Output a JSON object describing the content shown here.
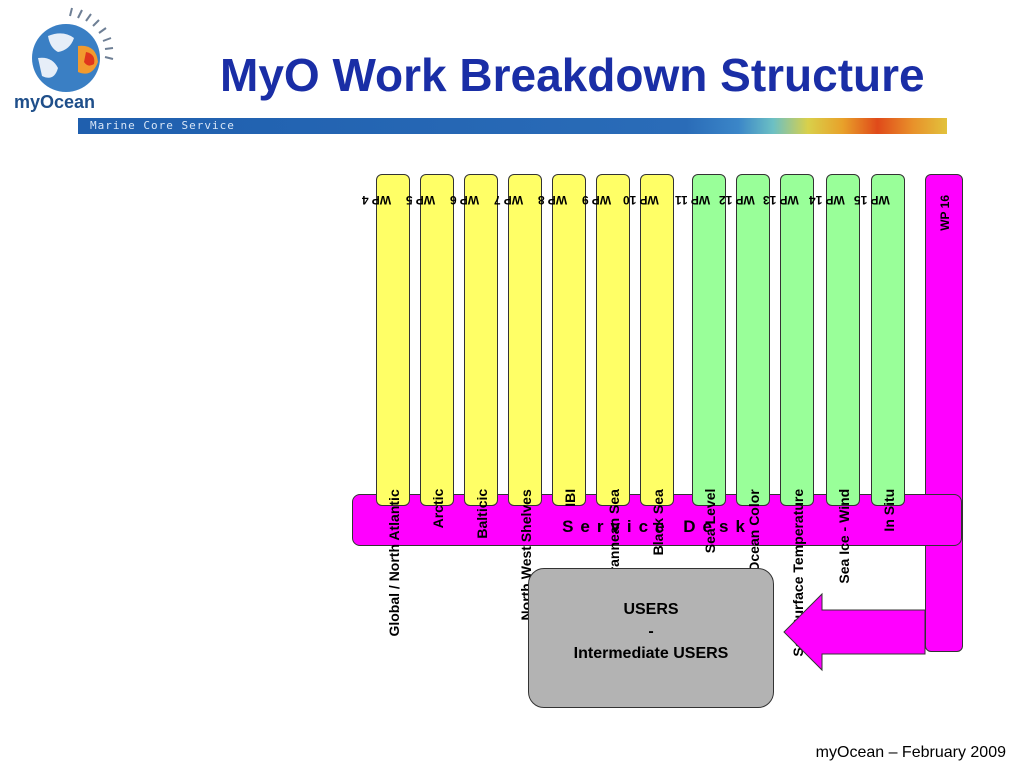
{
  "header": {
    "title": "MyO Work Breakdown Structure",
    "banner_text": "Marine Core Service"
  },
  "logo": {
    "text": "myOcean"
  },
  "work_packages": [
    {
      "code": "WP 4",
      "name": "Global / North Atlantic",
      "color": "#ffff66"
    },
    {
      "code": "WP 5",
      "name": "Arctic",
      "color": "#ffff66"
    },
    {
      "code": "WP 6",
      "name": "Balticic",
      "color": "#ffff66"
    },
    {
      "code": "WP 7",
      "name": "North West Shelves",
      "color": "#ffff66"
    },
    {
      "code": "WP 8",
      "name": "IBI",
      "color": "#ffff66"
    },
    {
      "code": "WP 9",
      "name": "Mediterrannean Sea",
      "color": "#ffff66"
    },
    {
      "code": "WP 10",
      "name": "Black Sea",
      "color": "#ffff66"
    },
    {
      "code": "WP 11",
      "name": "Sea Level",
      "color": "#99ff99"
    },
    {
      "code": "WP 12",
      "name": "Ocean Color",
      "color": "#99ff99"
    },
    {
      "code": "WP 13",
      "name": "Sea Surface Temperature",
      "color": "#99ff99"
    },
    {
      "code": "WP 14",
      "name": "Sea Ice  -  Wind",
      "color": "#99ff99"
    },
    {
      "code": "WP 15",
      "name": "In Situ",
      "color": "#99ff99"
    }
  ],
  "service_desk": {
    "code": "WP 16",
    "label": "Service Desk",
    "color": "#ff00ff"
  },
  "users_box": {
    "line1": "USERS",
    "line2": "-",
    "line3": "Intermediate USERS"
  },
  "footer": {
    "text": "myOcean – February 2009"
  }
}
